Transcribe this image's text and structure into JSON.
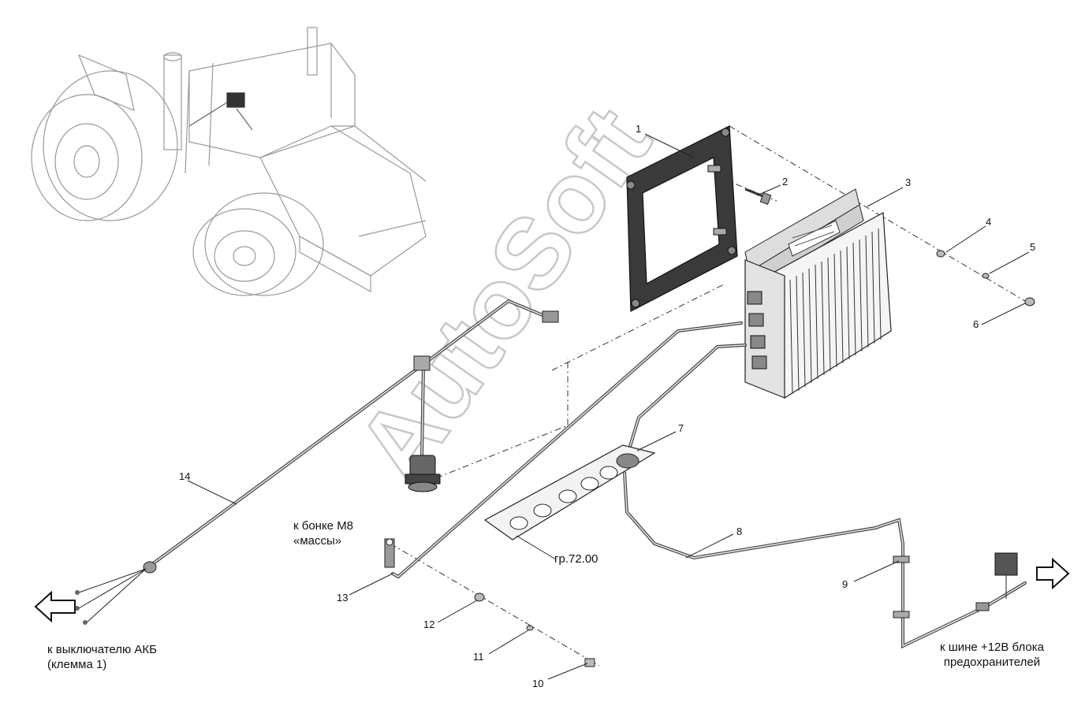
{
  "watermark": "AutoSoft",
  "callouts": [
    "1",
    "2",
    "3",
    "4",
    "5",
    "6",
    "7",
    "8",
    "9",
    "10",
    "11",
    "12",
    "13",
    "14"
  ],
  "captions": {
    "ground_line1": "к бонке М8",
    "ground_line2": "«массы»",
    "group_ref": "гр.72.00",
    "battery_line1": "к выключателю АКБ",
    "battery_line2": "(клемма 1)",
    "bus_line1": "к шине +12В блока",
    "bus_line2": "предохранителей"
  },
  "icons": [
    "arrow-left-icon",
    "arrow-right-icon"
  ]
}
